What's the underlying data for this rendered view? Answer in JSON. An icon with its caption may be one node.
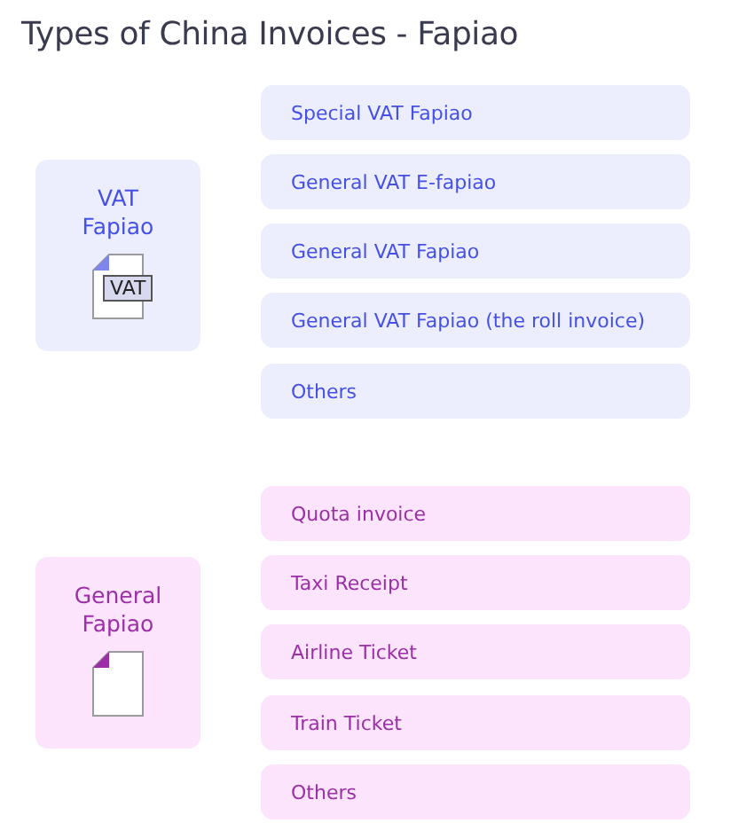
{
  "diagram": {
    "title": "Types of China Invoices - Fapiao",
    "nodes": [
      {
        "text": [
          "VAT Fapiao",
          "VAT"
        ]
      },
      {
        "text": [
          "Special VAT Fapiao"
        ]
      },
      {
        "text": [
          "General VAT E-fapiao"
        ]
      },
      {
        "text": [
          "General VAT Fapiao"
        ]
      },
      {
        "text": [
          "General VAT Fapiao (the roll invoice)"
        ]
      },
      {
        "text": [
          "Others"
        ]
      },
      {
        "text": [
          "General Fapiao"
        ]
      },
      {
        "text": [
          "Quota invoice"
        ]
      },
      {
        "text": [
          "Taxi Receipt"
        ]
      },
      {
        "text": [
          "Airline Ticket"
        ]
      },
      {
        "text": [
          "Train Ticket"
        ]
      },
      {
        "text": [
          "Others"
        ]
      }
    ]
  }
}
